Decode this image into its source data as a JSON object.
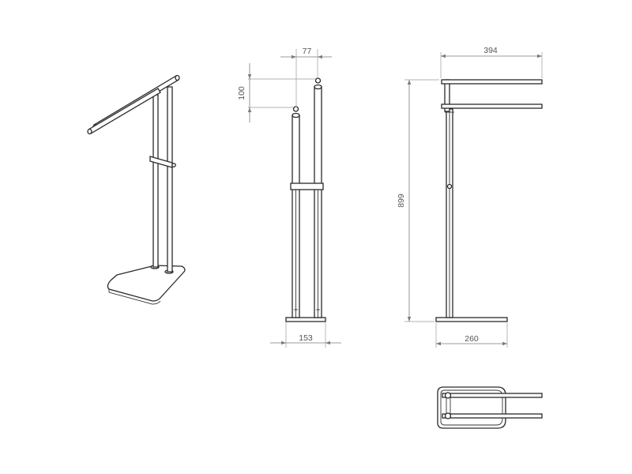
{
  "dimensions": {
    "top_offset": "77",
    "height_step": "100",
    "front_width": "153",
    "total_height": "899",
    "arm_length": "394",
    "base_depth": "260"
  }
}
